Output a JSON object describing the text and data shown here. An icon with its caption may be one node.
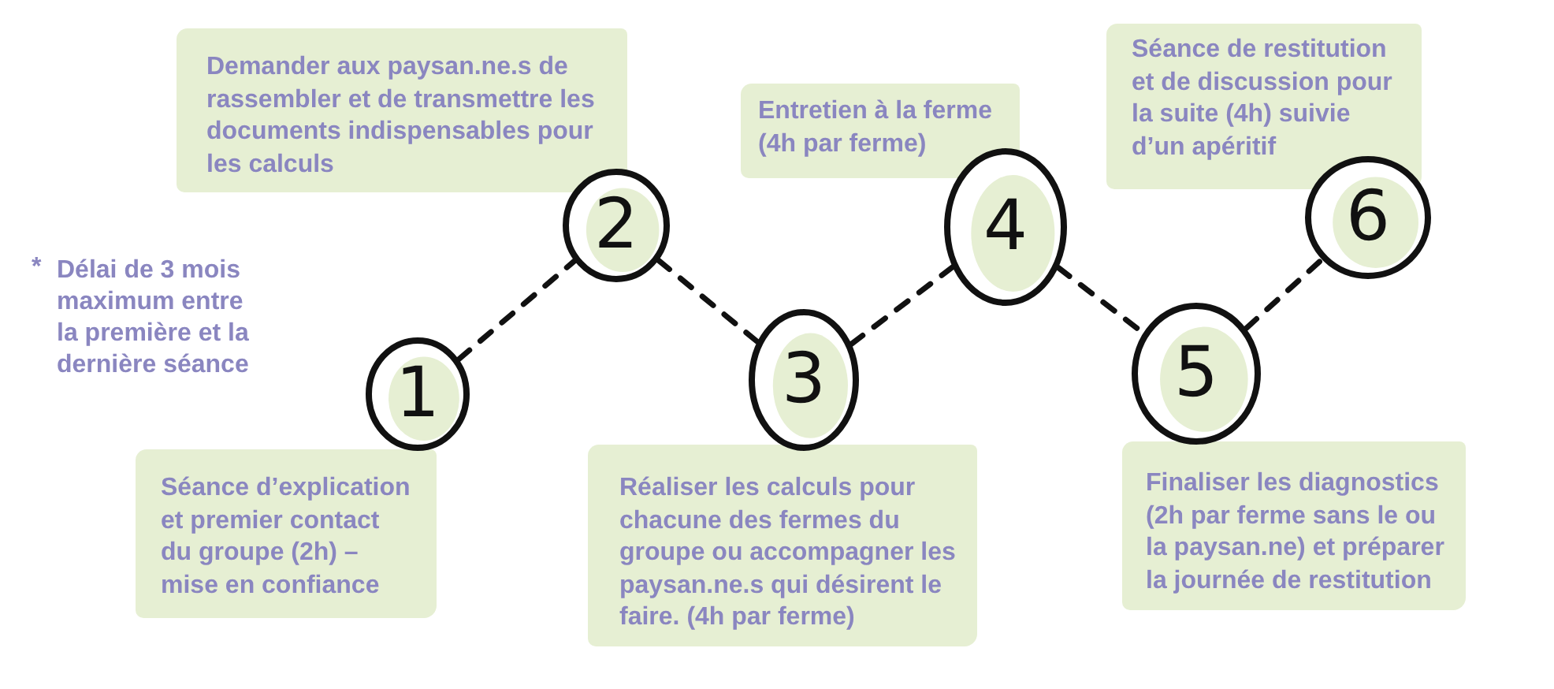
{
  "diagram": {
    "nodes": [
      {
        "text": [
          "1"
        ]
      },
      {
        "text": [
          "Séance d’explication et premier contact du groupe (2h) – mise en confiance"
        ]
      },
      {
        "text": [
          "2"
        ]
      },
      {
        "text": [
          "Demander aux paysan.ne.s de rassembler et de transmettre les documents indispensables pour les calculs"
        ]
      },
      {
        "text": [
          "3"
        ]
      },
      {
        "text": [
          "Réaliser les calculs pour chacune des fermes du groupe ou accompagner les paysan.ne.s qui désirent le faire. (4h par ferme)"
        ]
      },
      {
        "text": [
          "4"
        ]
      },
      {
        "text": [
          "Entretien à la ferme (4h par ferme)"
        ]
      },
      {
        "text": [
          "5"
        ]
      },
      {
        "text": [
          "Finaliser les diagnostics (2h par ferme sans le ou la paysan.ne) et préparer la journée de restitution"
        ]
      },
      {
        "text": [
          "6"
        ]
      },
      {
        "text": [
          "Séance de restitution et de discussion pour la suite (4h) suivie d’un apéritif"
        ]
      }
    ],
    "edges": [
      {
        "from": 0,
        "to": 2,
        "arrow": "none",
        "style": "dashed"
      },
      {
        "from": 2,
        "to": 4,
        "arrow": "none",
        "style": "dashed"
      },
      {
        "from": 4,
        "to": 6,
        "arrow": "none",
        "style": "dashed"
      },
      {
        "from": 6,
        "to": 8,
        "arrow": "none",
        "style": "dashed"
      },
      {
        "from": 8,
        "to": 10,
        "arrow": "none",
        "style": "dashed"
      }
    ],
    "labels": [
      "*",
      "Délai de 3 mois maximum entre la première et la dernière séance"
    ]
  }
}
